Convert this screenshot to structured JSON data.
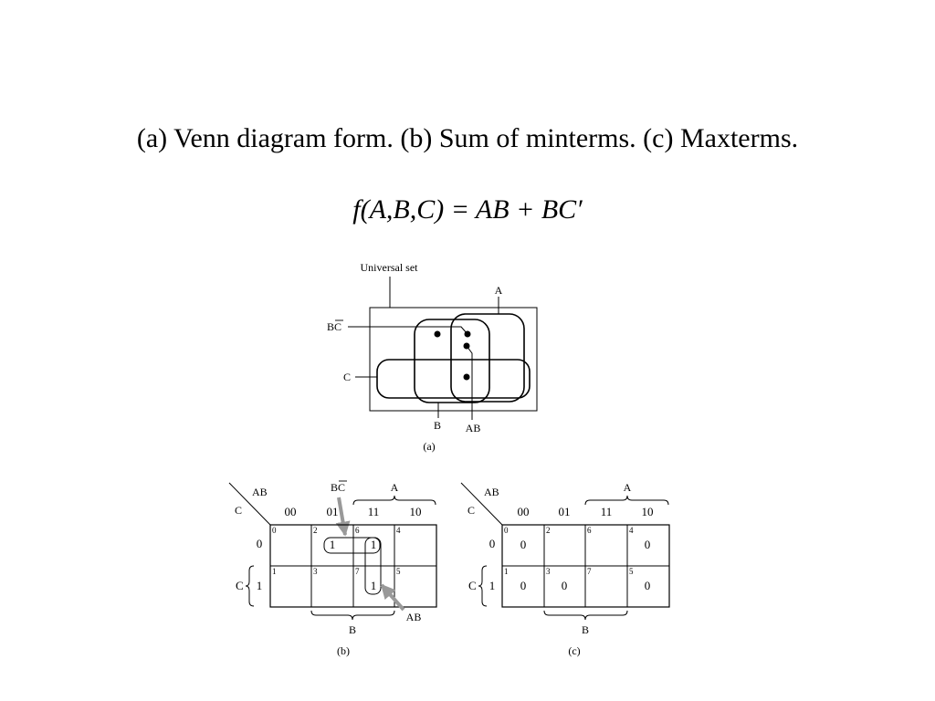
{
  "slide": {
    "title": "(a) Venn diagram form.  (b) Sum of minterms.  (c) Maxterms.",
    "formula": "f(A,B,C) = AB + BC′"
  },
  "venn": {
    "universal_label": "Universal set",
    "a_label": "A",
    "bc_label": "BC",
    "c_label": "C",
    "b_label": "B",
    "ab_label": "AB",
    "caption": "(a)"
  },
  "kmap_b": {
    "corner_ab": "AB",
    "corner_c": "C",
    "col_headers": [
      "00",
      "01",
      "11",
      "10"
    ],
    "row_headers": [
      "0",
      "1"
    ],
    "a_label": "A",
    "b_label": "B",
    "c_label": "C",
    "bc_label": "BC",
    "ab_label": "AB",
    "cell_indices": [
      [
        "0",
        "2",
        "6",
        "4"
      ],
      [
        "1",
        "3",
        "7",
        "5"
      ]
    ],
    "cell_values": [
      [
        "",
        "1",
        "1",
        ""
      ],
      [
        "",
        "",
        "1",
        ""
      ]
    ],
    "caption": "(b)"
  },
  "kmap_c": {
    "corner_ab": "AB",
    "corner_c": "C",
    "col_headers": [
      "00",
      "01",
      "11",
      "10"
    ],
    "row_headers": [
      "0",
      "1"
    ],
    "a_label": "A",
    "b_label": "B",
    "c_label": "C",
    "cell_indices": [
      [
        "0",
        "2",
        "6",
        "4"
      ],
      [
        "1",
        "3",
        "7",
        "5"
      ]
    ],
    "cell_values": [
      [
        "0",
        "",
        "",
        "0"
      ],
      [
        "0",
        "0",
        "",
        "0"
      ]
    ],
    "caption": "(c)"
  }
}
